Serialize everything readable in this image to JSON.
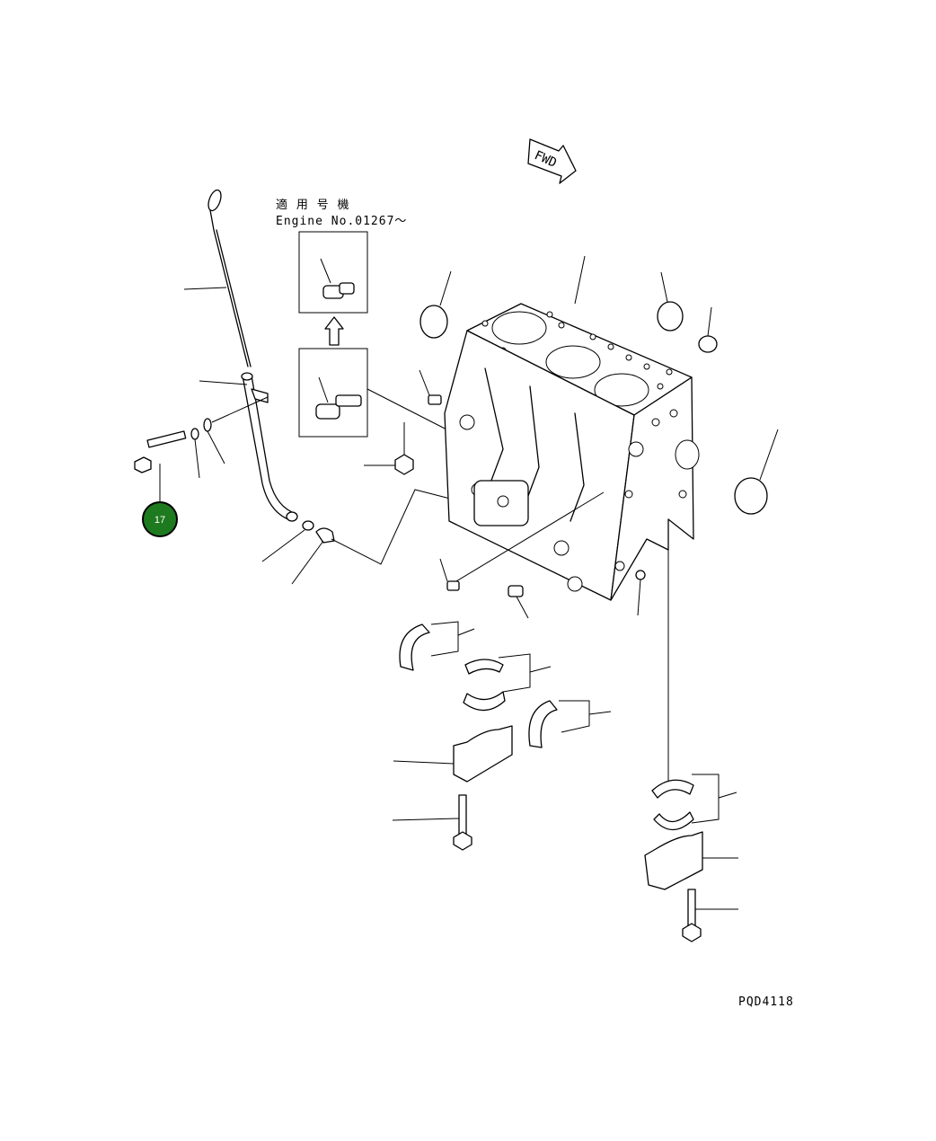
{
  "diagram": {
    "fwd_label": "FWD",
    "note_line1": "適 用 号 機",
    "note_line2": "Engine No.01267～",
    "drawing_code": "PQD4118",
    "callout": {
      "number": "17",
      "color": "#1e7a1e"
    }
  }
}
